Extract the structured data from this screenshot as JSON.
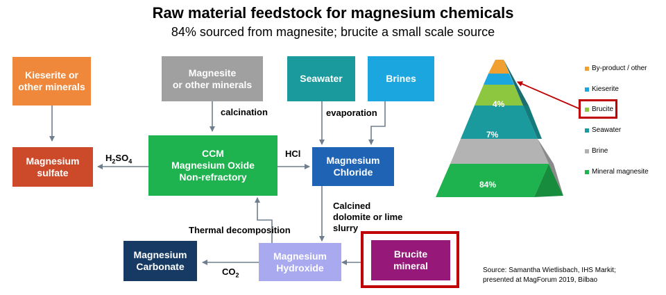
{
  "header": {
    "title": "Raw material feedstock for magnesium chemicals",
    "subtitle": "84% sourced from magnesite; brucite a small scale source"
  },
  "nodes": {
    "kieserite": {
      "label": "Kieserite or\nother minerals",
      "color": "#f0883c"
    },
    "mg_sulfate": {
      "label": "Magnesium\nsulfate",
      "color": "#cc4a2a"
    },
    "magnesite": {
      "label": "Magnesite\nor other minerals",
      "color": "#a0a0a0"
    },
    "ccm": {
      "label": "CCM\nMagnesium Oxide\nNon-refractory",
      "color": "#1fb34f"
    },
    "seawater": {
      "label": "Seawater",
      "color": "#1a9a9c"
    },
    "brines": {
      "label": "Brines",
      "color": "#1ba6e0"
    },
    "mg_chloride": {
      "label": "Magnesium\nChloride",
      "color": "#1f64b4"
    },
    "mg_carbonate": {
      "label": "Magnesium\nCarbonate",
      "color": "#173a64"
    },
    "mg_hydroxide": {
      "label": "Magnesium\nHydroxide",
      "color": "#a9a9f0"
    },
    "brucite": {
      "label": "Brucite\nmineral",
      "color": "#96197a"
    }
  },
  "edge_labels": {
    "calcination": "calcination",
    "evaporation": "evaporation",
    "h2so4_main": "H",
    "h2so4_sub1": "2",
    "h2so4_mid": "SO",
    "h2so4_sub2": "4",
    "hcl": "HCl",
    "calcined": "Calcined\ndolomite or lime\nslurry",
    "thermal": "Thermal decomposition",
    "co2_main": "CO",
    "co2_sub": "2"
  },
  "pyramid": {
    "labels": {
      "seawater": "4%",
      "brine": "7%",
      "magnesite": "84%"
    },
    "colors": {
      "byproduct": "#f0a030",
      "kieserite": "#1ba6e0",
      "brucite": "#8dc63f",
      "seawater": "#1a9a9c",
      "brine": "#b0b0b0",
      "magnesite": "#1fb34f"
    }
  },
  "legend": [
    {
      "label": "By-product / other",
      "color": "#f0a030"
    },
    {
      "label": "Kieserite",
      "color": "#1ba6e0"
    },
    {
      "label": "Brucite",
      "color": "#8dc63f"
    },
    {
      "label": "Seawater",
      "color": "#1a9a9c"
    },
    {
      "label": "Brine",
      "color": "#b0b0b0"
    },
    {
      "label": "Mineral magnesite",
      "color": "#1fb34f"
    }
  ],
  "highlight_color": "#c00000",
  "source": "Source: Samantha Wietlisbach, IHS Markit;\npresented at MagForum 2019, Bilbao"
}
